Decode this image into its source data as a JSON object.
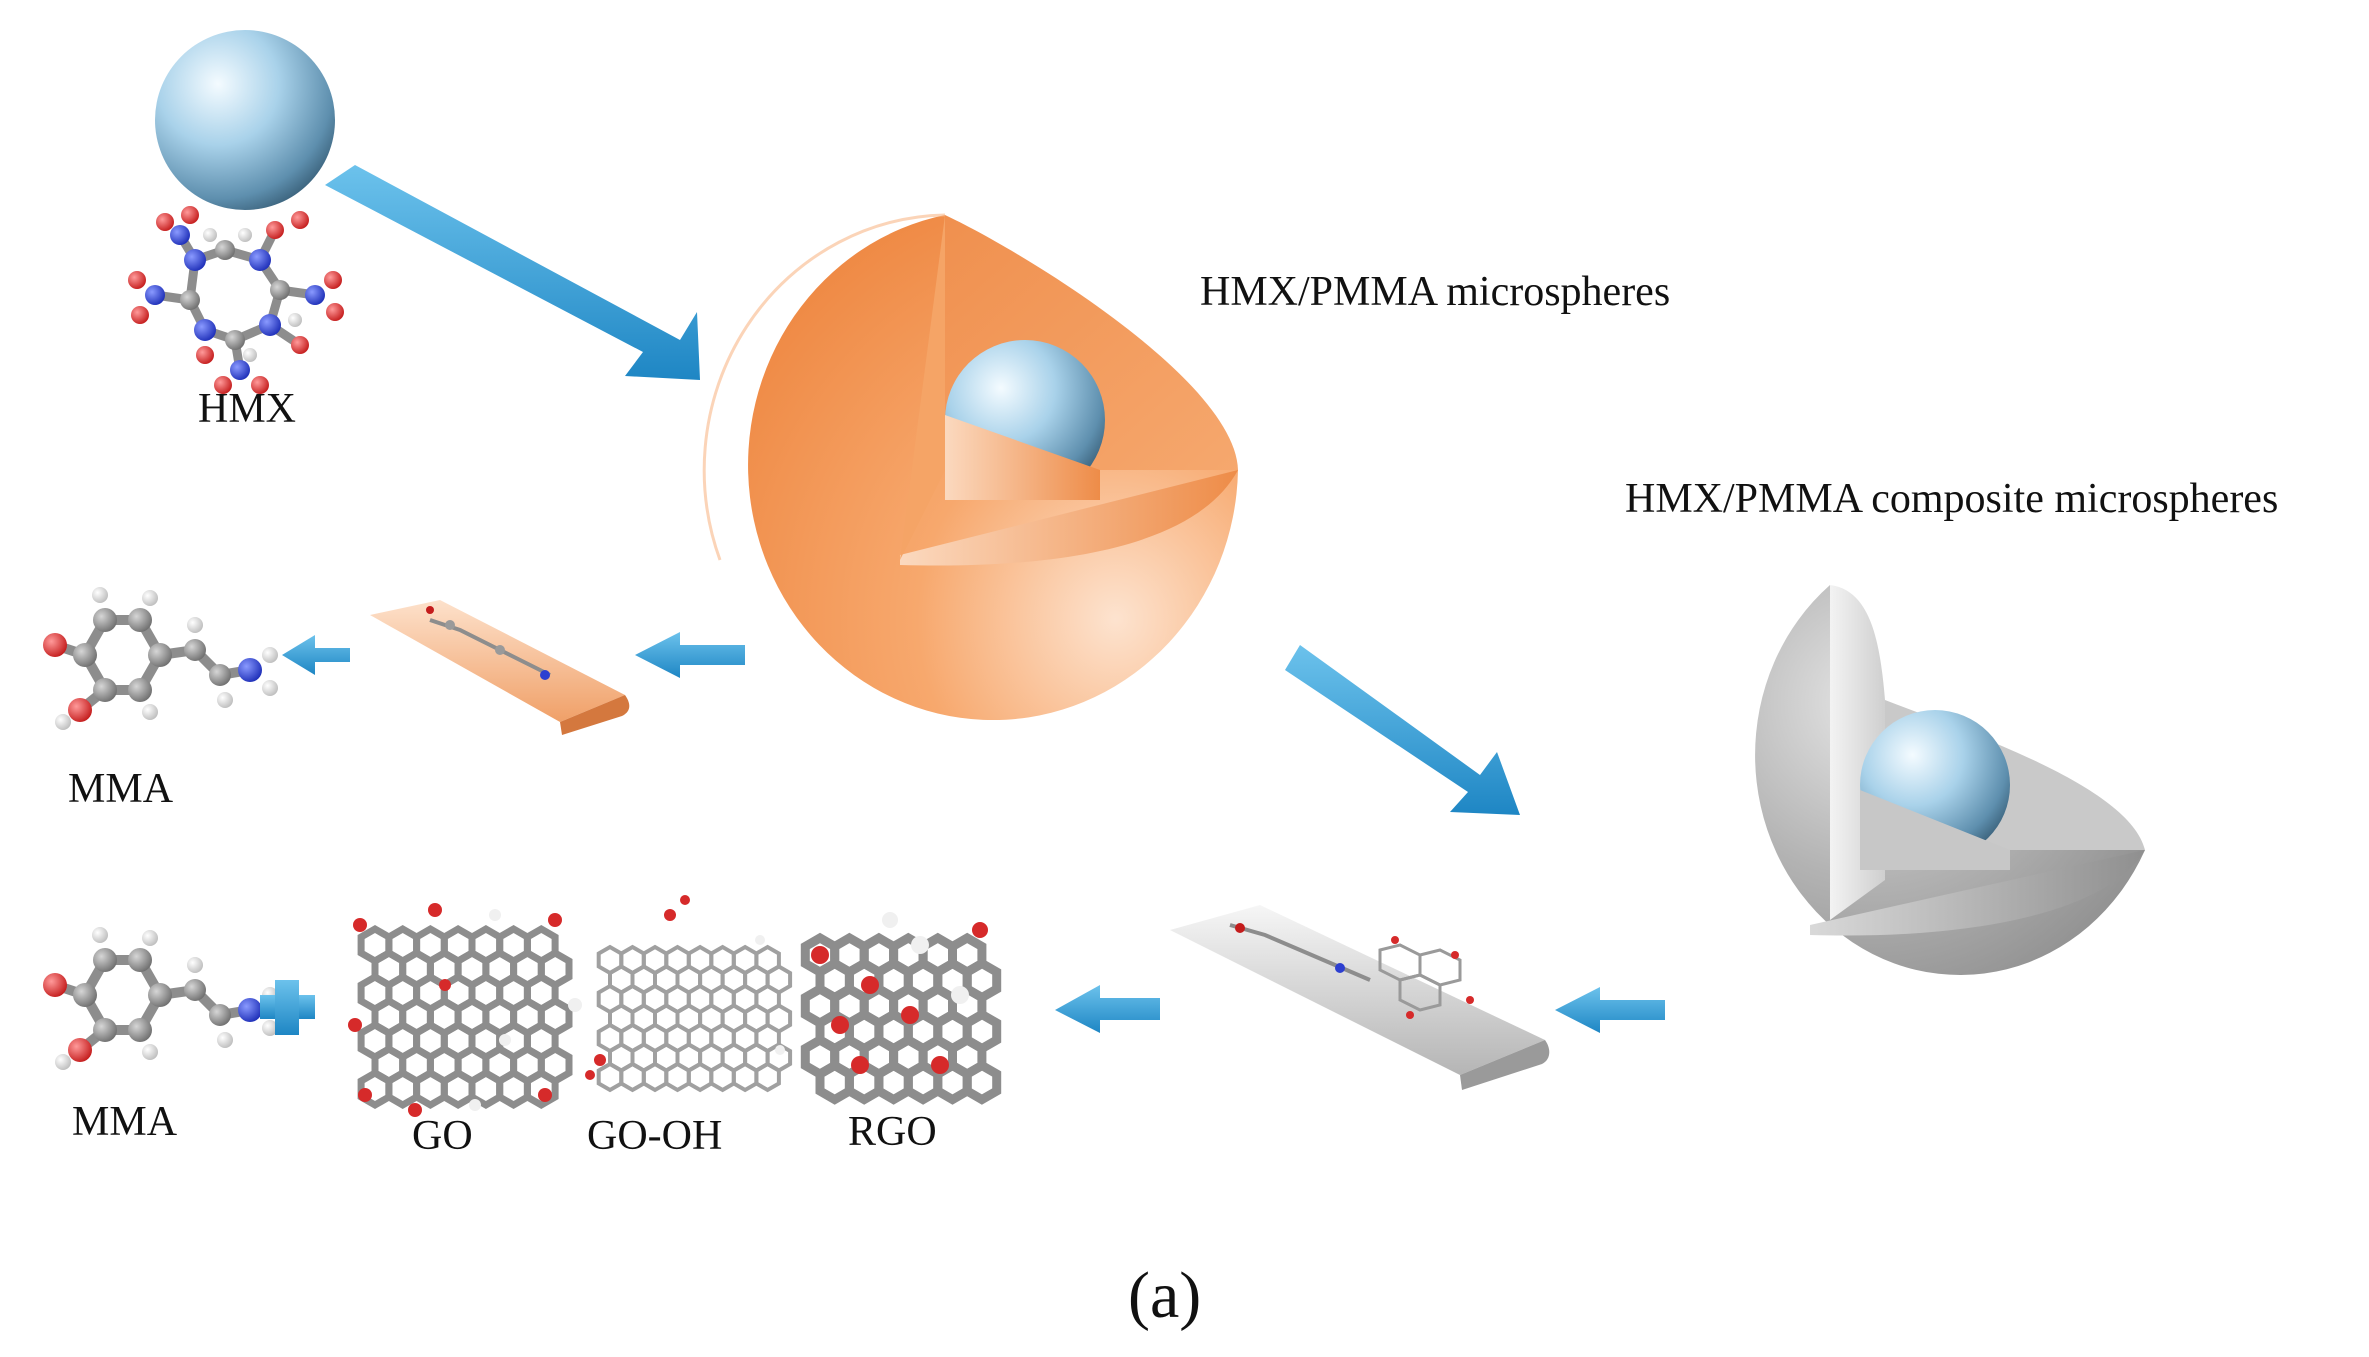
{
  "labels": {
    "hmx": "HMX",
    "hmx_pmma": "HMX/PMMA microspheres",
    "hmx_pmma_composite": "HMX/PMMA composite microspheres",
    "mma_top": "MMA",
    "mma_bottom": "MMA",
    "go": "GO",
    "go_oh": "GO-OH",
    "rgo": "RGO",
    "caption": "(a)"
  },
  "colors": {
    "arrow": "#2f9fd8",
    "hmx_sphere": "#a9d2ea",
    "pmma_shell": "#f2904f",
    "composite_shell": "#a6a6a6",
    "plus_sign": "#2f9fd8",
    "oxygen": "#d62a2a",
    "nitrogen": "#2d3fd0",
    "carbon": "#8d8d8d",
    "hydrogen": "#eeeeee"
  },
  "icons": [
    "hmx-sphere-icon",
    "hmx-molecule-icon",
    "pmma-microsphere-icon",
    "composite-microsphere-icon",
    "mma-molecule-icon",
    "go-sheet-icon",
    "go-oh-sheet-icon",
    "rgo-sheet-icon",
    "plus-icon",
    "orange-plate-icon",
    "gray-plate-icon",
    "arrow-icon"
  ]
}
